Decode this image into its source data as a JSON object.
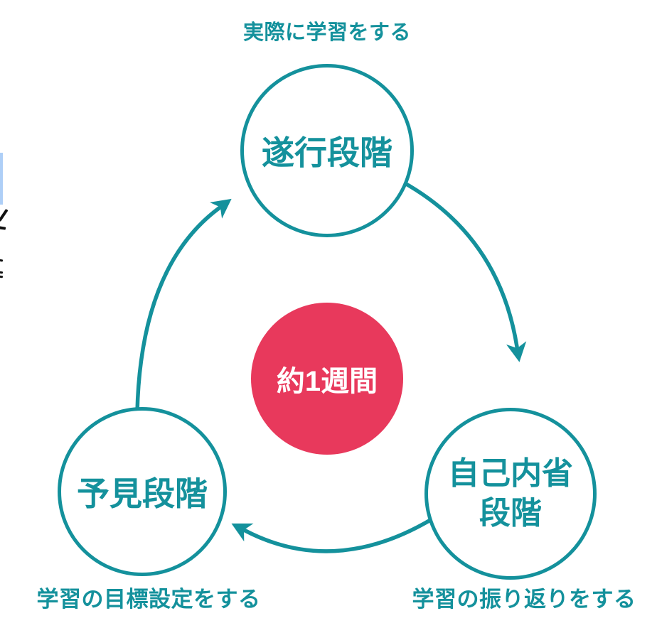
{
  "colors": {
    "teal_accent": "#14919c",
    "red_accent": "#e8395c",
    "center_text": "#ffffff",
    "left_edge_highlight_blue": "#aecff7"
  },
  "center": {
    "label": "約1週間"
  },
  "stages": {
    "top": {
      "label": "遂行段階",
      "caption": "実際に学習をする"
    },
    "bottom_right": {
      "label_line1": "自己内省",
      "label_line2": "段階",
      "caption": "学習の振り返りをする"
    },
    "bottom_left": {
      "label": "予見段階",
      "caption": "学習の目標設定をする"
    }
  }
}
